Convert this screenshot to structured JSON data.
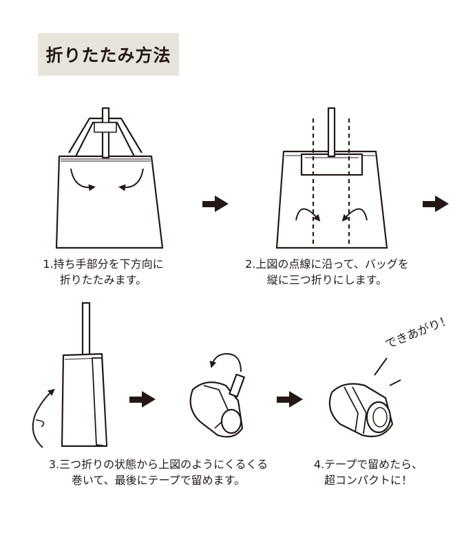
{
  "title": "折りたたみ方法",
  "steps": [
    {
      "line1": "1.持ち手部分を下方向に",
      "line2": "折りたたみます。"
    },
    {
      "line1": "2.上図の点線に沿って、バッグを",
      "line2": "縦に三つ折りにします。"
    },
    {
      "line1": "3.三つ折りの状態から上図のようにくるくる",
      "line2": "巻いて、最後にテープで留めます。"
    },
    {
      "line1": "4.テープで留めたら、",
      "line2": "超コンパクトに！"
    }
  ],
  "done_label": "できあがり！",
  "icons": [
    "right-arrow-icon",
    "curved-arrow-icon"
  ],
  "colors": {
    "ink": "#231815",
    "title_bg": "#e7e4dc",
    "roll_fill": "#ffffff"
  }
}
